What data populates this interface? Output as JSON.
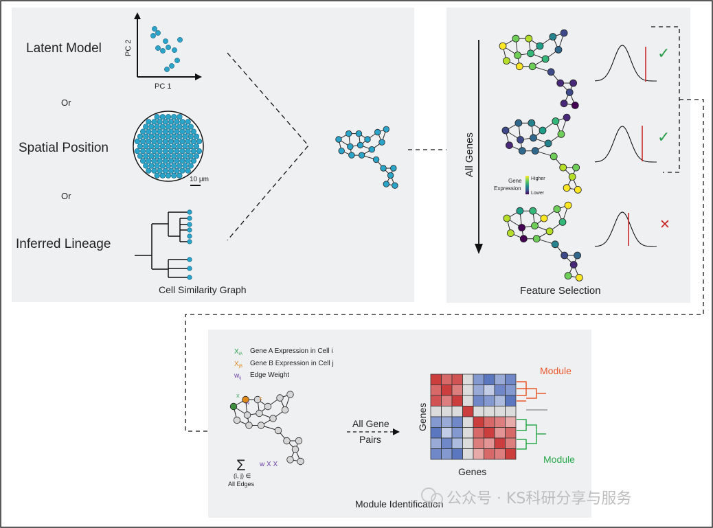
{
  "panel1": {
    "label_latent": "Latent Model",
    "label_or1": "Or",
    "label_spatial": "Spatial Position",
    "label_or2": "Or",
    "label_lineage": "Inferred Lineage",
    "axis_y": "PC 2",
    "axis_x": "PC 1",
    "scale_bar": "10 μm",
    "caption": "Cell Similarity Graph"
  },
  "panel2": {
    "axis_label": "All Genes",
    "legend_title_line1": "Gene",
    "legend_title_line2": "Expression",
    "legend_high": "Higher",
    "legend_low": "Lower",
    "caption": "Feature Selection",
    "marks": [
      "✓",
      "✓",
      "✕"
    ]
  },
  "panel3": {
    "legend": [
      {
        "symbol_base": "X",
        "symbol_sub": "iA",
        "text": "Gene A Expression in Cell i"
      },
      {
        "symbol_base": "X",
        "symbol_sub": "jB",
        "text": "Gene B Expression in Cell j"
      },
      {
        "symbol_base": "w",
        "symbol_sub": "ij",
        "text": "Edge Weight"
      }
    ],
    "sum_symbol": "Σ",
    "sum_terms": "w X X",
    "sum_index_line1": "(i, j) ∈",
    "sum_index_line2": "All Edges",
    "pairs_line1": "All Gene",
    "pairs_line2": "Pairs",
    "heatmap_ylabel": "Genes",
    "heatmap_xlabel": "Genes",
    "module_top": "Module",
    "module_bottom": "Module",
    "caption": "Module Identification",
    "node_labels": [
      "X",
      "w",
      "X"
    ]
  },
  "watermark": "公众号 · KS科研分享与服务",
  "colors": {
    "panel_bg": "#eef0f2",
    "cell_blue": "#2aa4c9",
    "check_green": "#2a9d4a",
    "cross_red": "#cc2b2b",
    "module_orange": "#e8582a",
    "module_green": "#2aa84a"
  }
}
